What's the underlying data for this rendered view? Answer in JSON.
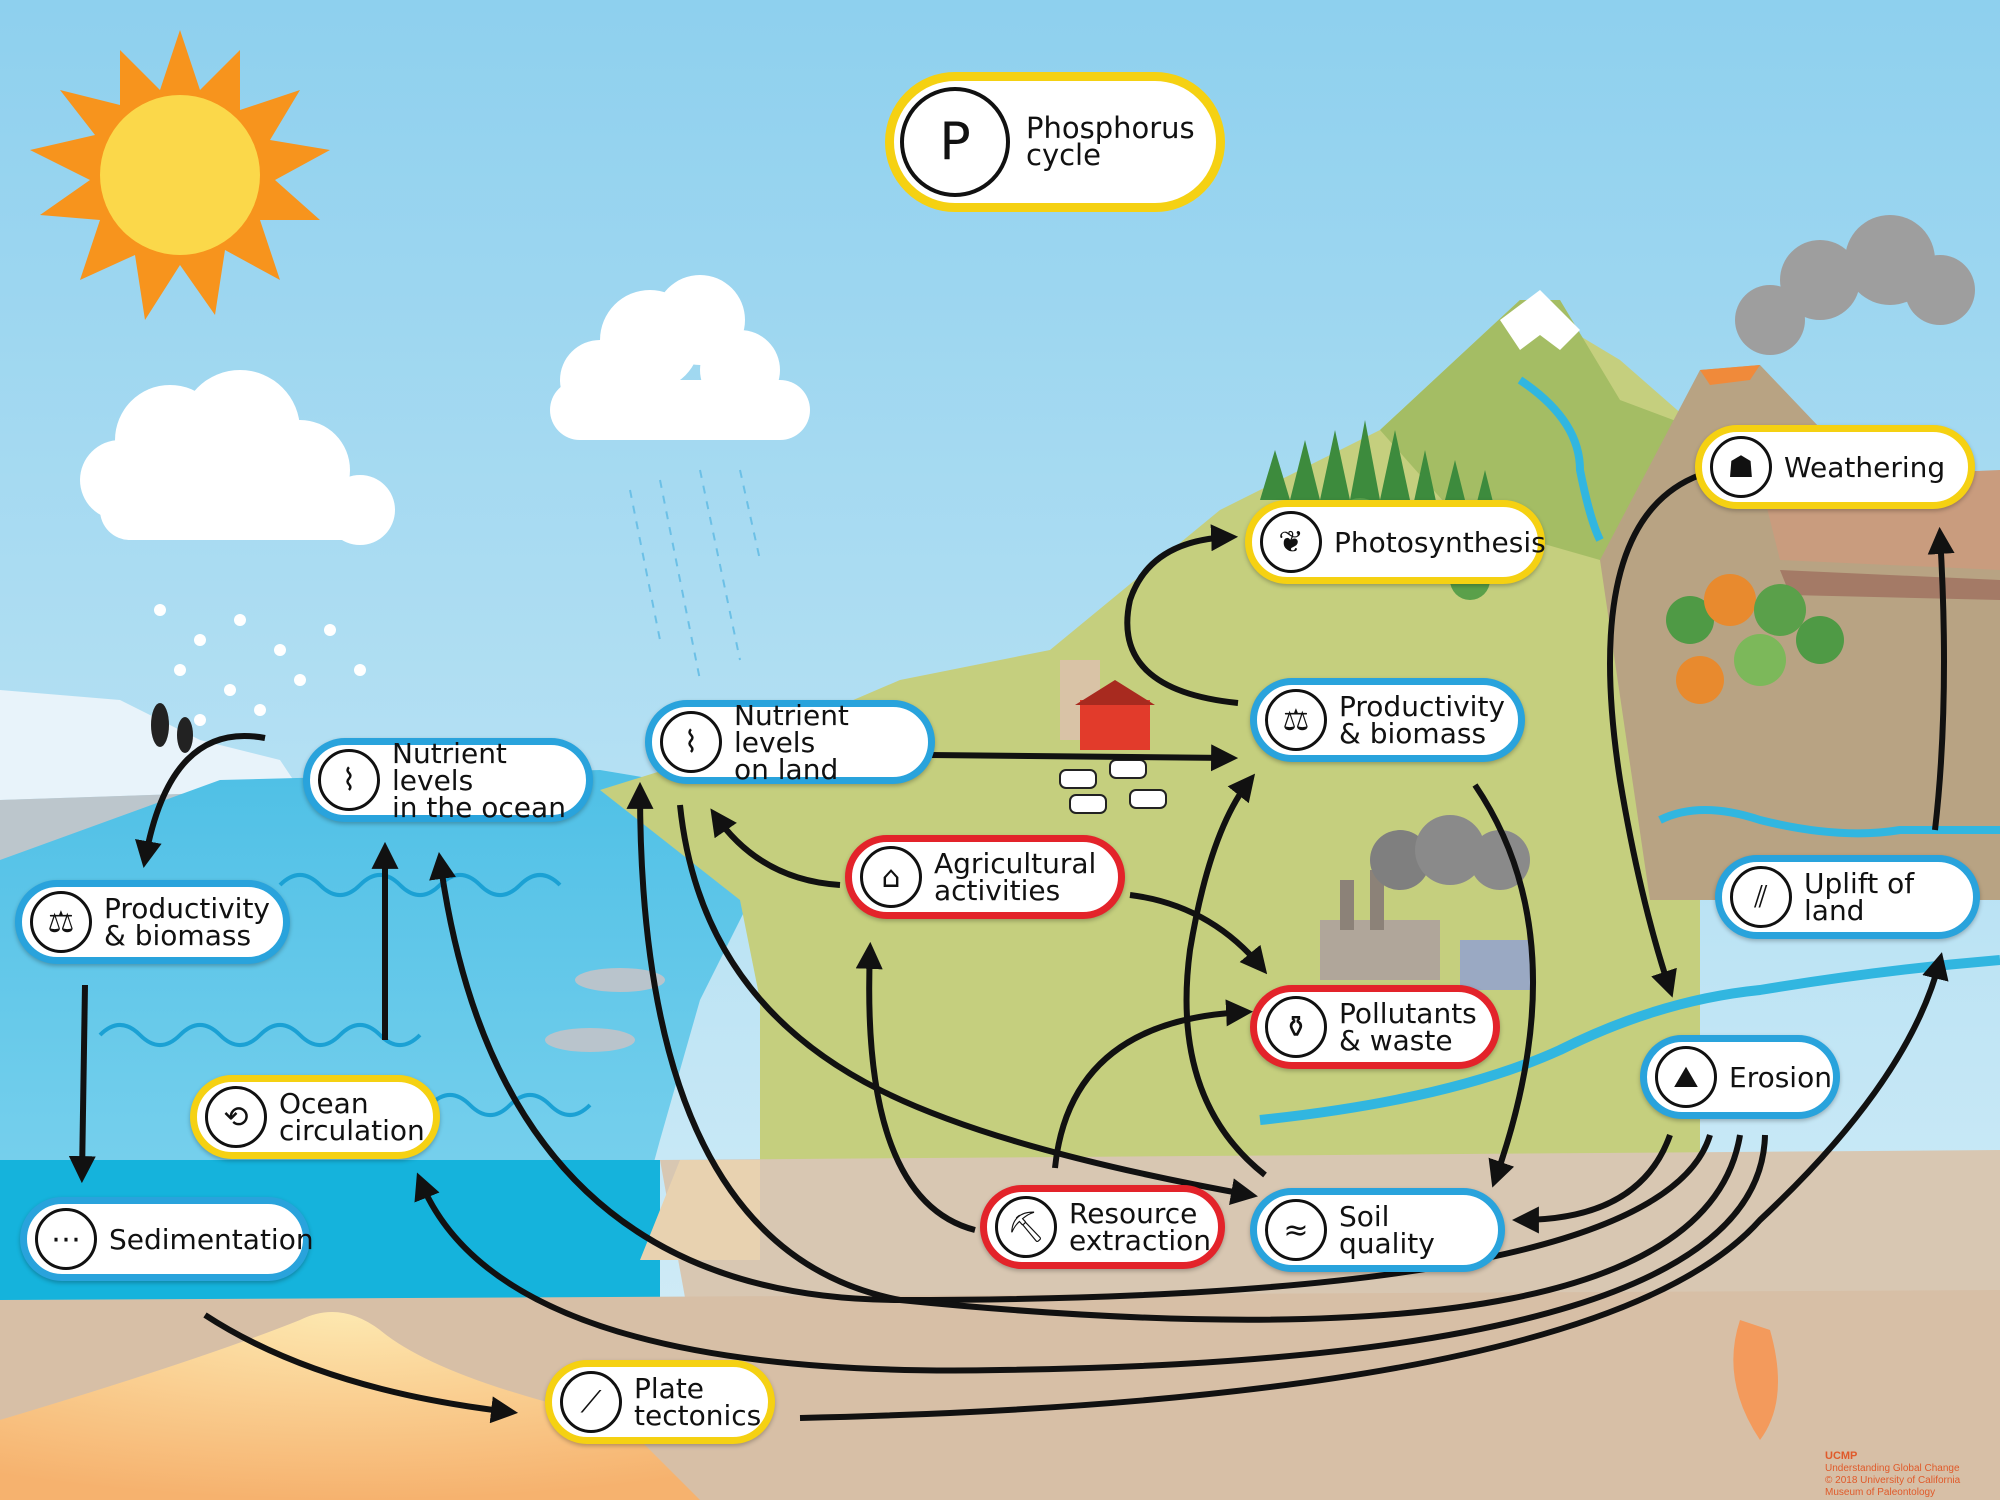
{
  "title": {
    "label": "Phosphorus\ncycle",
    "icon": "phosphorus-cycle-icon",
    "icon_glyph": "P"
  },
  "nodes": {
    "nutrient_ocean": {
      "label": "Nutrient levels\nin the ocean",
      "icon": "no3-graph-icon",
      "border": "blue"
    },
    "nutrient_land": {
      "label": "Nutrient levels\non land",
      "icon": "no3-graph-icon",
      "border": "blue"
    },
    "productivity_ocean": {
      "label": "Productivity\n& biomass",
      "icon": "biomass-scale-icon",
      "border": "blue"
    },
    "productivity_land": {
      "label": "Productivity\n& biomass",
      "icon": "biomass-scale-icon",
      "border": "blue"
    },
    "photosynthesis": {
      "label": "Photosynthesis",
      "icon": "leaf-icon",
      "border": "yellow"
    },
    "weathering": {
      "label": "Weathering",
      "icon": "rock-weathering-icon",
      "border": "yellow"
    },
    "agricultural": {
      "label": "Agricultural\nactivities",
      "icon": "farm-icon",
      "border": "red"
    },
    "pollutants": {
      "label": "Pollutants\n& waste",
      "icon": "bottle-icon",
      "border": "red"
    },
    "uplift": {
      "label": "Uplift of land",
      "icon": "uplift-icon",
      "border": "blue"
    },
    "erosion": {
      "label": "Erosion",
      "icon": "erosion-icon",
      "border": "blue"
    },
    "ocean_circulation": {
      "label": "Ocean\ncirculation",
      "icon": "circulation-icon",
      "border": "yellow"
    },
    "sedimentation": {
      "label": "Sedimentation",
      "icon": "sediment-icon",
      "border": "blue"
    },
    "resource": {
      "label": "Resource\nextraction",
      "icon": "oil-pump-icon",
      "border": "red"
    },
    "soil": {
      "label": "Soil quality",
      "icon": "soil-worm-icon",
      "border": "blue"
    },
    "plate": {
      "label": "Plate\ntectonics",
      "icon": "plate-tectonics-icon",
      "border": "yellow"
    }
  },
  "colors": {
    "blue": "#29a3dc",
    "yellow": "#f5d112",
    "red": "#e3232a",
    "sky": "#9fd6ef",
    "ocean": "#1bb5de",
    "land": "#c5cf7e"
  },
  "credit": {
    "org": "UCMP",
    "line1": "Understanding Global Change",
    "line2": "© 2018 University of California",
    "line3": "Museum of Paleontology"
  }
}
